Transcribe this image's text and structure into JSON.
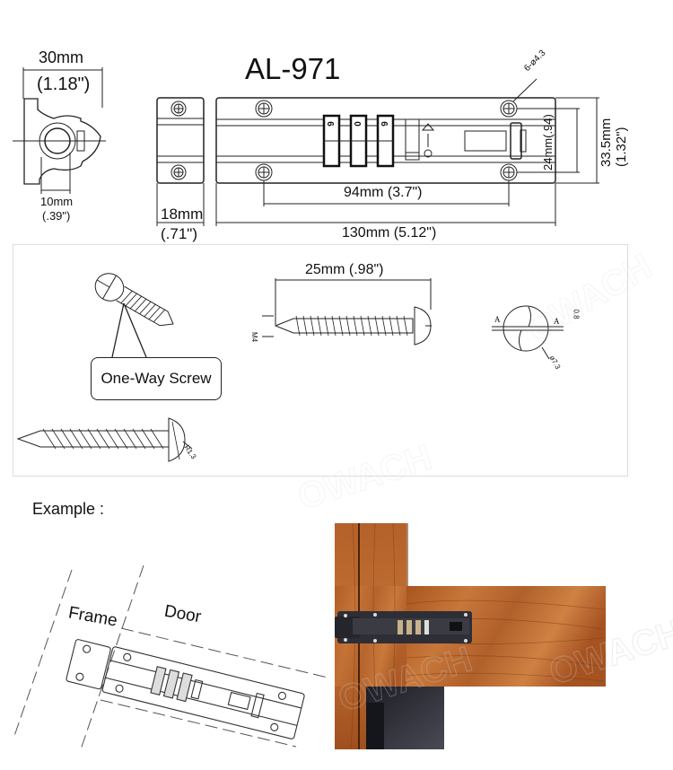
{
  "model": "AL-971",
  "top_drawing": {
    "side_view": {
      "width_mm": "30mm",
      "width_in": "(1.18\")",
      "bolt_mm": "10mm",
      "bolt_in": "(.39\")"
    },
    "keeper_view": {
      "width_mm": "18mm",
      "width_in": "(.71\")"
    },
    "front_view": {
      "length_label": "130mm (5.12\")",
      "hole_spacing_label": "94mm (3.7\")",
      "inner_height_label": "24mm(.94)",
      "outer_height_mm": "33.5mm",
      "outer_height_in": "(1.32\")",
      "hole_callout": "6-ø4.3",
      "dial_digits": [
        "6",
        "0",
        "6"
      ]
    }
  },
  "screw_panel": {
    "callout_label": "One-Way Screw",
    "length_label": "25mm  (.98\")",
    "thread_label": "M4",
    "head_diameter_label": "ø7.3",
    "slot_label": "0.8",
    "section_marks": [
      "A",
      "A"
    ],
    "radius_label": "R1.3"
  },
  "example": {
    "heading": "Example :",
    "frame_label": "Frame",
    "door_label": "Door"
  },
  "watermark": "OWACH",
  "colors": {
    "wood": "#b8652a",
    "wood_dark": "#8a4518",
    "lock_body": "#2e2f36",
    "door_panel": "#2a2a33",
    "line": "#222222",
    "panel_border": "#dcdcdc"
  }
}
